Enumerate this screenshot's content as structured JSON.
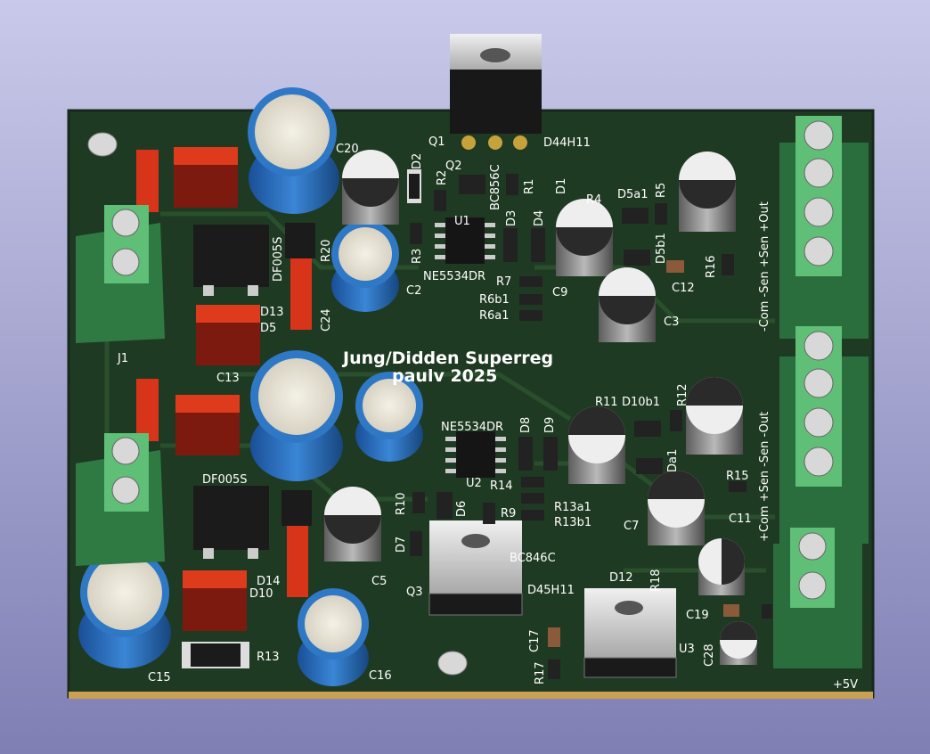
{
  "board": {
    "title_line1": "Jung/Didden Superreg",
    "title_line2": "paulv 2025"
  },
  "labels": {
    "Q1": "Q1",
    "D44H11": "D44H11",
    "Q2": "Q2",
    "BC856C": "BC856C",
    "C20": "C20",
    "D2": "D2",
    "R2": "R2",
    "R1": "R1",
    "D1": "D1",
    "R4": "R4",
    "D5a1": "D5a1",
    "R5": "R5",
    "D3": "D3",
    "D4": "D4",
    "U1": "U1",
    "NE5534DR_top": "NE5534DR",
    "R3": "R3",
    "R7": "R7",
    "R6b1": "R6b1",
    "R6a1": "R6a1",
    "R20": "R20",
    "C2": "C2",
    "DF005S_top": "DF005S",
    "D13": "D13",
    "D5": "D5",
    "C24": "C24",
    "C13": "C13",
    "J1": "J1",
    "C9": "C9",
    "C12": "C12",
    "C3": "C3",
    "R16": "R16",
    "D5b1": "D5b1",
    "conn_top": "-Com -Sen +Sen +Out",
    "conn_mid": "+Com +Sen -Sen -Out",
    "R11": "R11",
    "D10b1": "D10b1",
    "R12": "R12",
    "NE5534DR_bot": "NE5534DR",
    "D8": "D8",
    "D9": "D9",
    "U2": "U2",
    "R14": "R14",
    "R13a1": "R13a1",
    "R13b1": "R13b1",
    "R15": "R15",
    "C11": "C11",
    "C7": "C7",
    "D10a1": "Da1",
    "DF005S_bot": "DF005S",
    "R10": "R10",
    "D6": "D6",
    "R9": "R9",
    "D7": "D7",
    "BC846C": "BC846C",
    "Q3": "Q3",
    "D45H11": "D45H11",
    "C5": "C5",
    "D14": "D14",
    "D10": "D10",
    "R13": "R13",
    "C15": "C15",
    "C16": "C16",
    "D12": "D12",
    "R18": "R18",
    "C19": "C19",
    "C17": "C17",
    "R17": "R17",
    "U3": "U3",
    "C28": "C28",
    "plus5v": "+5V"
  }
}
